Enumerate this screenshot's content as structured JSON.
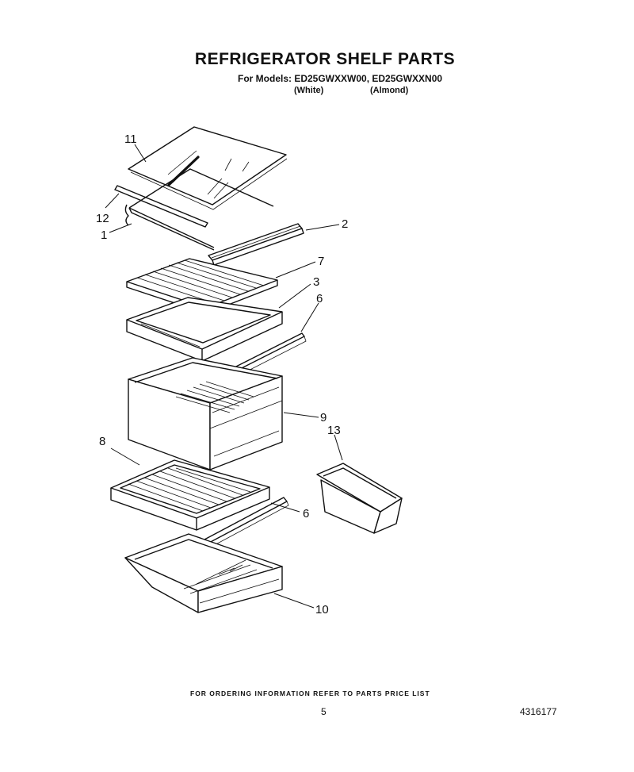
{
  "header": {
    "title": "REFRIGERATOR SHELF PARTS",
    "models_line": "For Models: ED25GWXXW00, ED25GWXXN00",
    "finish_white": "(White)",
    "finish_almond": "(Almond)"
  },
  "callouts": {
    "c1": "1",
    "c2": "2",
    "c3": "3",
    "c6a": "6",
    "c6b": "6",
    "c7": "7",
    "c8": "8",
    "c9": "9",
    "c10": "10",
    "c11": "11",
    "c12": "12",
    "c13": "13"
  },
  "footer": {
    "ordering_note": "FOR ORDERING INFORMATION REFER TO PARTS PRICE LIST",
    "page_number": "5",
    "part_number": "4316177"
  }
}
